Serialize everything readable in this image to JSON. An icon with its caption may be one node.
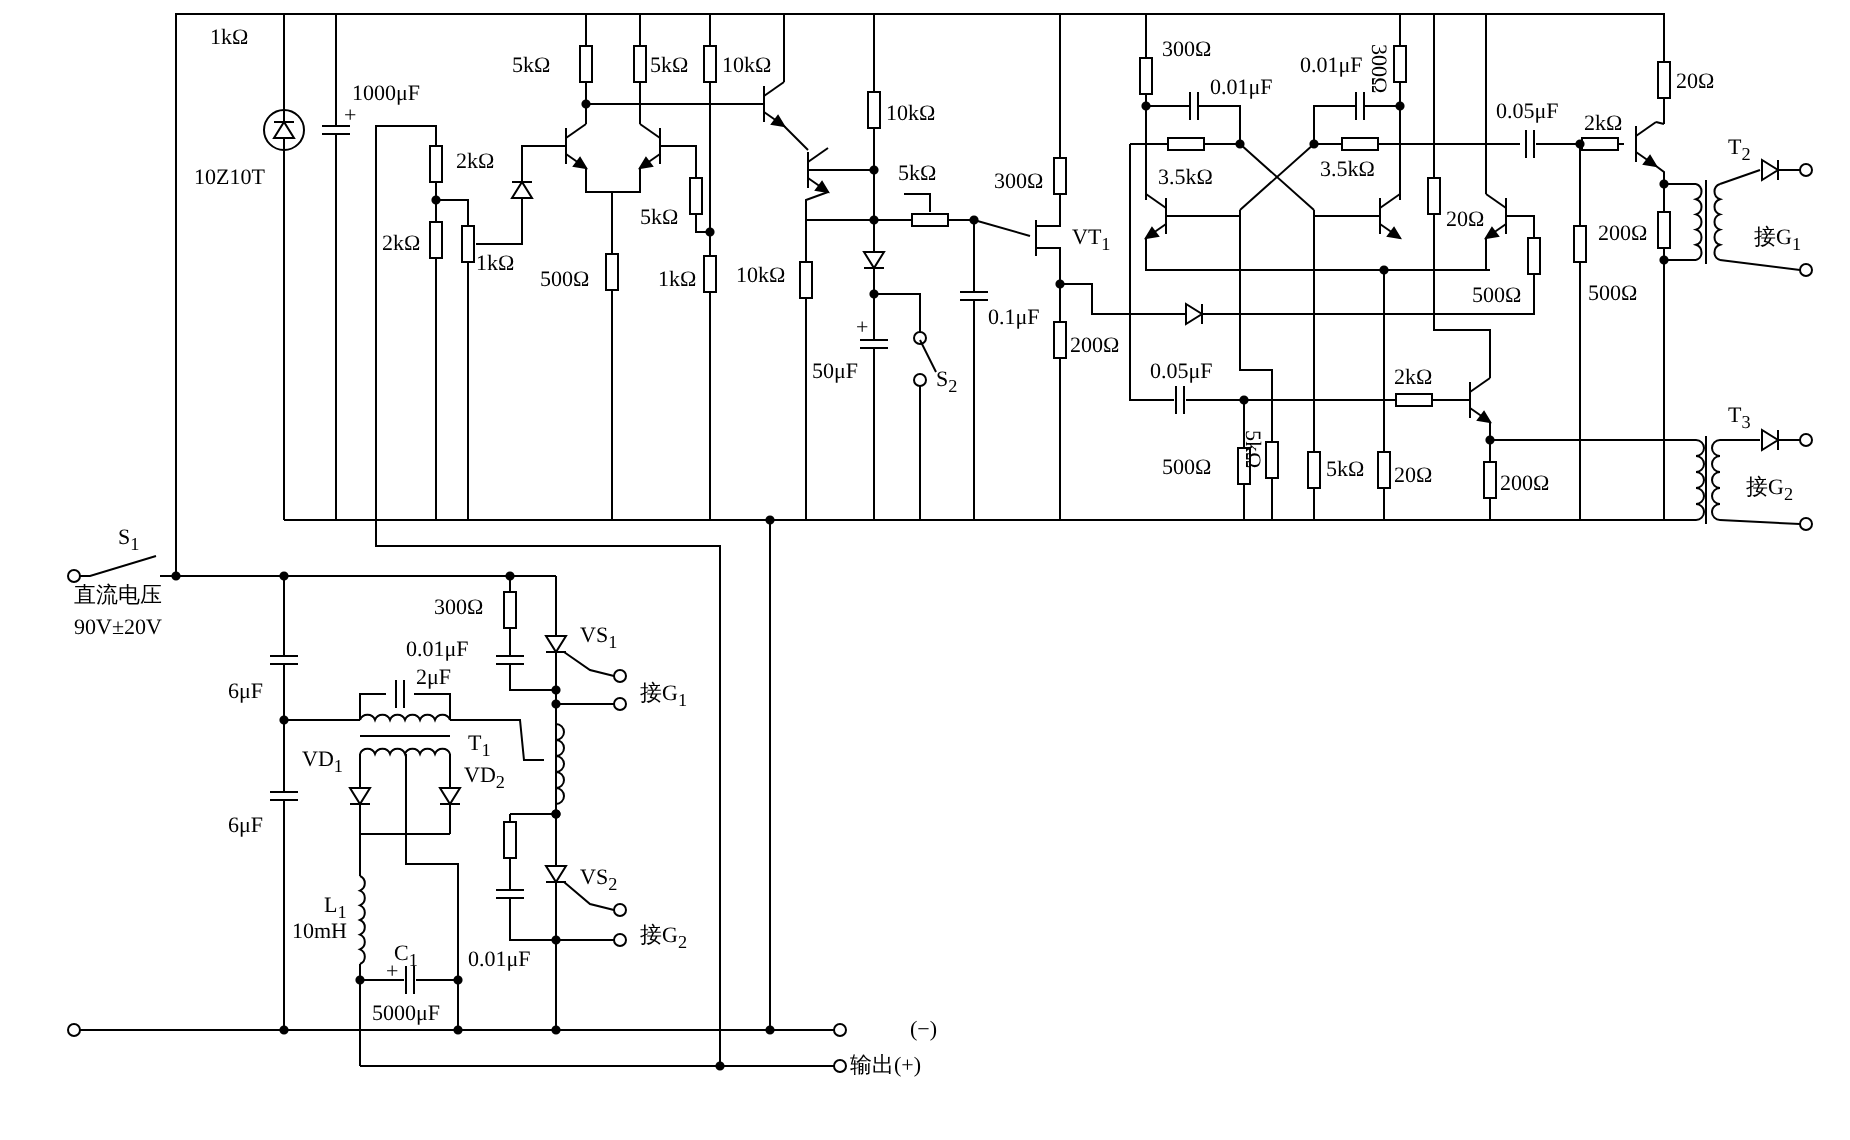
{
  "diagram": {
    "labels": [
      "1kΩ",
      "5kΩ",
      "5kΩ",
      "10kΩ",
      "300Ω",
      "0.01μF",
      "300Ω",
      "20Ω",
      "1000μF",
      "10kΩ",
      "0.01μF",
      "0.05μF",
      "2kΩ",
      "10Z10T",
      "2kΩ",
      "5kΩ",
      "3.5kΩ",
      "3.5kΩ",
      "300Ω",
      "T$_{2}$",
      "VT$_{1}$",
      "5kΩ",
      "2kΩ",
      "1kΩ",
      "20Ω",
      "200Ω",
      "接G$_{1}$",
      "500Ω",
      "1kΩ",
      "10kΩ",
      "500Ω",
      "500Ω",
      "0.1μF",
      "200Ω",
      "50μF",
      "S$_{2}$",
      "0.05μF",
      "2kΩ",
      "T$_{3}$",
      "500Ω",
      "5kΩ",
      "5kΩ",
      "20Ω",
      "200Ω",
      "接G$_{2}$",
      "S$_{1}$",
      "直流电压",
      "90V±20V",
      "300Ω",
      "VS$_{1}$",
      "0.01μF",
      "6μF",
      "2μF",
      "接G$_{1}$",
      "T$_{1}$",
      "VD$_{1}$",
      "VD$_{2}$",
      "6μF",
      "VS$_{2}$",
      "L$_{1}$",
      "10mH",
      "C$_{1}$",
      "接G$_{2}$",
      "0.01μF",
      "+",
      "+",
      "+",
      "5000μF",
      "(−)",
      "输出(+)"
    ]
  }
}
